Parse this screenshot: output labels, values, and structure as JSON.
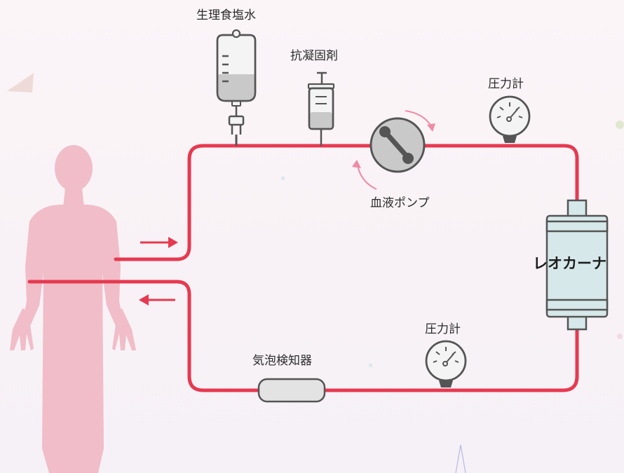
{
  "labels": {
    "saline": "生理食塩水",
    "anticoagulant": "抗凝固剤",
    "pressure_gauge_top": "圧力計",
    "pressure_gauge_bottom": "圧力計",
    "blood_pump": "血液ポンプ",
    "rheocarna": "レオカーナ",
    "bubble_detector": "気泡検知器"
  },
  "colors": {
    "tube": "#e63950",
    "body": "#f0bdc8",
    "device_stroke": "#555555",
    "device_fill": "#f4f4f4",
    "pump_fill": "#c9c9c9",
    "rotation_arrow": "#f08aa5",
    "filter_fill": "#d6e8ea",
    "background": "#fbf5f8"
  },
  "icons": [
    "saline-bag-icon",
    "syringe-icon",
    "blood-pump-icon",
    "pressure-gauge-icon",
    "filter-column-icon",
    "bubble-detector-icon",
    "human-body-icon"
  ]
}
